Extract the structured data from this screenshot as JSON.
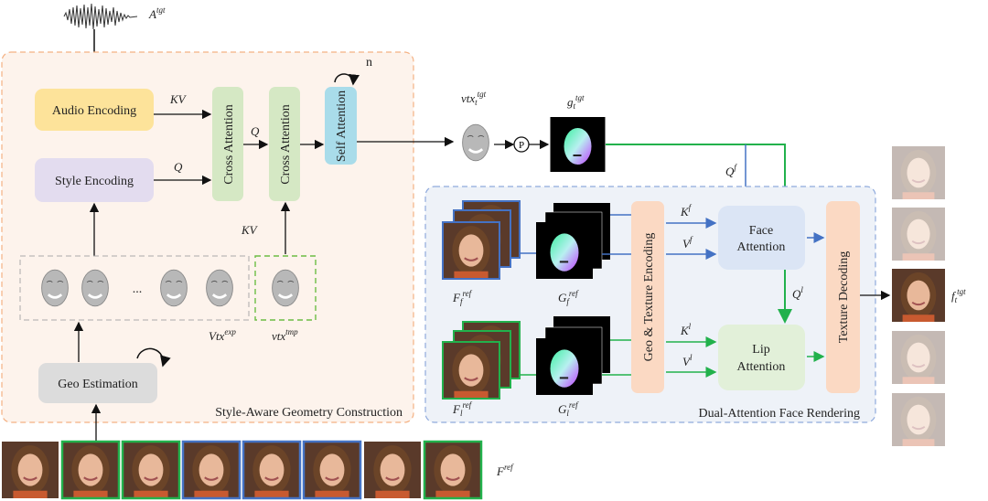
{
  "audio_input": {
    "label": "A",
    "sup": "tgt"
  },
  "geometry_module": {
    "title": "Style-Aware Geometry Construction",
    "audio_encoding": "Audio Encoding",
    "style_encoding": "Style Encoding",
    "cross_attention_1": "Cross Attention",
    "cross_attention_2": "Cross Attention",
    "self_attention": "Self Attention",
    "loop_label": "n",
    "kv_audio": "KV",
    "q_style": "Q",
    "q_between": "Q",
    "kv_template": "KV",
    "ellipsis": "...",
    "vtx_exp": {
      "label": "Vtx",
      "sup": "exp"
    },
    "vtx_tmp": {
      "label": "vtx",
      "sup": "tmp"
    },
    "geo_estimation": "Geo Estimation"
  },
  "target_geometry": {
    "vtx": {
      "label": "vtx",
      "sub": "t",
      "sup": "tgt"
    },
    "projection": "P",
    "g": {
      "label": "g",
      "sub": "t",
      "sup": "tgt"
    },
    "q_face": {
      "label": "Q",
      "sup": "f"
    }
  },
  "rendering_module": {
    "title": "Dual-Attention Face Rendering",
    "geo_texture_encoding": "Geo & Texture Encoding",
    "face_attention": [
      "Face",
      "Attention"
    ],
    "lip_attention": [
      "Lip",
      "Attention"
    ],
    "texture_decoding": "Texture Decoding",
    "F_f": {
      "label": "F",
      "sub": "f",
      "sup": "ref"
    },
    "G_f": {
      "label": "G",
      "sub": "f",
      "sup": "ref"
    },
    "F_l": {
      "label": "F",
      "sub": "l",
      "sup": "ref"
    },
    "G_l": {
      "label": "G",
      "sub": "l",
      "sup": "ref"
    },
    "K_f": {
      "label": "K",
      "sup": "f"
    },
    "V_f": {
      "label": "V",
      "sup": "f"
    },
    "K_l": {
      "label": "K",
      "sup": "l"
    },
    "V_l": {
      "label": "V",
      "sup": "l"
    },
    "Q_l": {
      "label": "Q",
      "sup": "l"
    }
  },
  "output": {
    "label": "f",
    "sub": "t",
    "sup": "tgt"
  },
  "reference_frames": {
    "label": "F",
    "sup": "ref",
    "borders": [
      "none",
      "green",
      "green",
      "blue",
      "blue",
      "blue",
      "none",
      "green"
    ]
  },
  "colors": {
    "face_branch": "#4472c4",
    "lip_branch": "#22b14c",
    "geometry_box": "#f4b183",
    "rendering_box": "#8faadc",
    "audio_encoding": "#fde39a",
    "style_encoding": "#e3dcef",
    "cross_attention": "#d5e8c4",
    "self_attention": "#a9dcea"
  }
}
